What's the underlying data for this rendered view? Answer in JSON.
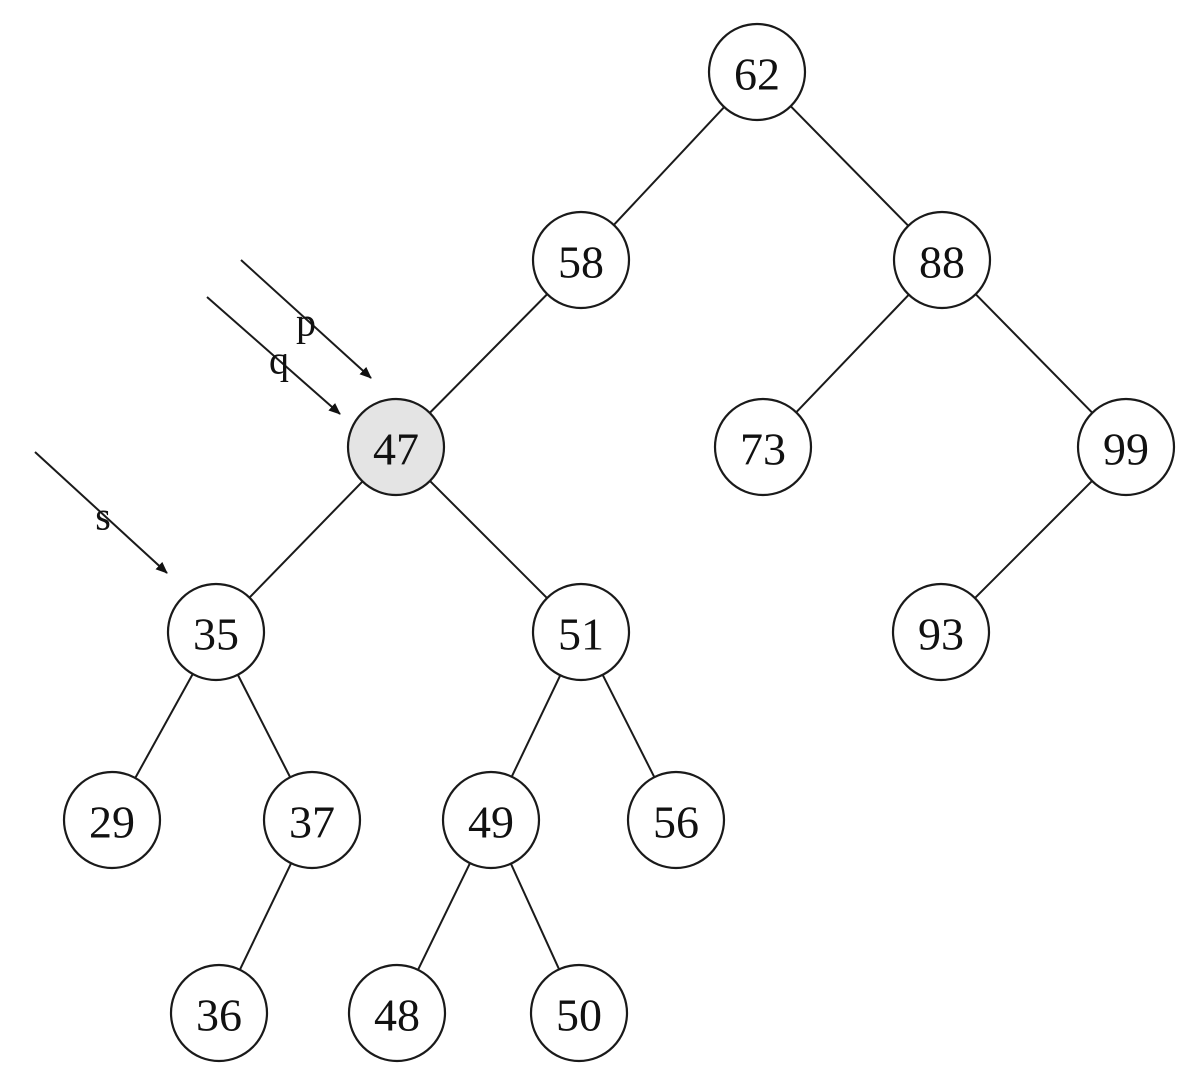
{
  "tree": {
    "highlight_color": "#e4e4e4",
    "nodes": [
      {
        "id": "n62",
        "label": "62",
        "highlight": false
      },
      {
        "id": "n58",
        "label": "58",
        "highlight": false
      },
      {
        "id": "n88",
        "label": "88",
        "highlight": false
      },
      {
        "id": "n47",
        "label": "47",
        "highlight": true
      },
      {
        "id": "n73",
        "label": "73",
        "highlight": false
      },
      {
        "id": "n99",
        "label": "99",
        "highlight": false
      },
      {
        "id": "n35",
        "label": "35",
        "highlight": false
      },
      {
        "id": "n51",
        "label": "51",
        "highlight": false
      },
      {
        "id": "n93",
        "label": "93",
        "highlight": false
      },
      {
        "id": "n29",
        "label": "29",
        "highlight": false
      },
      {
        "id": "n37",
        "label": "37",
        "highlight": false
      },
      {
        "id": "n49",
        "label": "49",
        "highlight": false
      },
      {
        "id": "n56",
        "label": "56",
        "highlight": false
      },
      {
        "id": "n36",
        "label": "36",
        "highlight": false
      },
      {
        "id": "n48",
        "label": "48",
        "highlight": false
      },
      {
        "id": "n50",
        "label": "50",
        "highlight": false
      }
    ],
    "edges": [
      [
        "n62",
        "n58"
      ],
      [
        "n62",
        "n88"
      ],
      [
        "n58",
        "n47"
      ],
      [
        "n88",
        "n73"
      ],
      [
        "n88",
        "n99"
      ],
      [
        "n47",
        "n35"
      ],
      [
        "n47",
        "n51"
      ],
      [
        "n99",
        "n93"
      ],
      [
        "n35",
        "n29"
      ],
      [
        "n35",
        "n37"
      ],
      [
        "n51",
        "n49"
      ],
      [
        "n51",
        "n56"
      ],
      [
        "n37",
        "n36"
      ],
      [
        "n49",
        "n48"
      ],
      [
        "n49",
        "n50"
      ]
    ]
  },
  "pointers": [
    {
      "id": "p",
      "label": "p",
      "target": "n47"
    },
    {
      "id": "q",
      "label": "q",
      "target": "n47"
    },
    {
      "id": "s",
      "label": "s",
      "target": "n35"
    }
  ]
}
